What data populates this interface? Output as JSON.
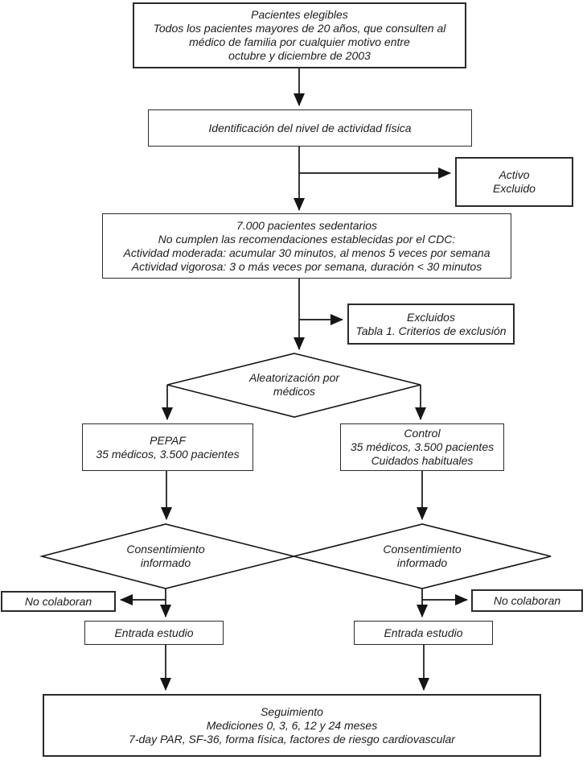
{
  "title": "Diagrama de flujo del estudio PEPAF",
  "canvas": {
    "background": "#ffffff",
    "line_color": "#151515",
    "border_color": "#2b2b2b",
    "text_color": "#1c1c1c"
  },
  "nodes": {
    "eligible": {
      "lines": [
        "Pacientes elegibles",
        "Todos los pacientes mayores de 20 años, que consulten al",
        "médico de familia por cualquier motivo entre",
        "octubre y diciembre de 2003"
      ]
    },
    "identification": {
      "lines": [
        "Identificación del nivel de actividad física"
      ]
    },
    "active_excluded": {
      "lines": [
        "Activo",
        "Excluido"
      ]
    },
    "sedentary": {
      "lines": [
        "7.000 pacientes sedentarios",
        "No cumplen las recomendaciones establecidas por el CDC:",
        "Actividad moderada: acumular 30 minutos, al menos 5 veces por semana",
        "Actividad vigorosa: 3 o más veces por semana, duración < 30 minutos"
      ]
    },
    "excluded": {
      "lines": [
        "Excluidos",
        "Tabla 1. Criterios de exclusión"
      ]
    },
    "randomization": {
      "lines": [
        "Aleatorización por",
        "médicos"
      ]
    },
    "pepaf": {
      "lines": [
        "PEPAF",
        "35 médicos, 3.500 pacientes"
      ]
    },
    "control": {
      "lines": [
        "Control",
        "35 médicos, 3.500 pacientes",
        "Cuidados habituales"
      ]
    },
    "consent_left": {
      "lines": [
        "Consentimiento",
        "informado"
      ]
    },
    "consent_right": {
      "lines": [
        "Consentimiento",
        "informado"
      ]
    },
    "no_collab_left": {
      "lines": [
        "No colaboran"
      ]
    },
    "no_collab_right": {
      "lines": [
        "No colaboran"
      ]
    },
    "entry_left": {
      "lines": [
        "Entrada estudio"
      ]
    },
    "entry_right": {
      "lines": [
        "Entrada estudio"
      ]
    },
    "followup": {
      "lines": [
        "Seguimiento",
        "Mediciones 0, 3, 6, 12 y 24 meses",
        "7-day PAR, SF-36, forma física, factores de riesgo cardiovascular"
      ]
    }
  }
}
